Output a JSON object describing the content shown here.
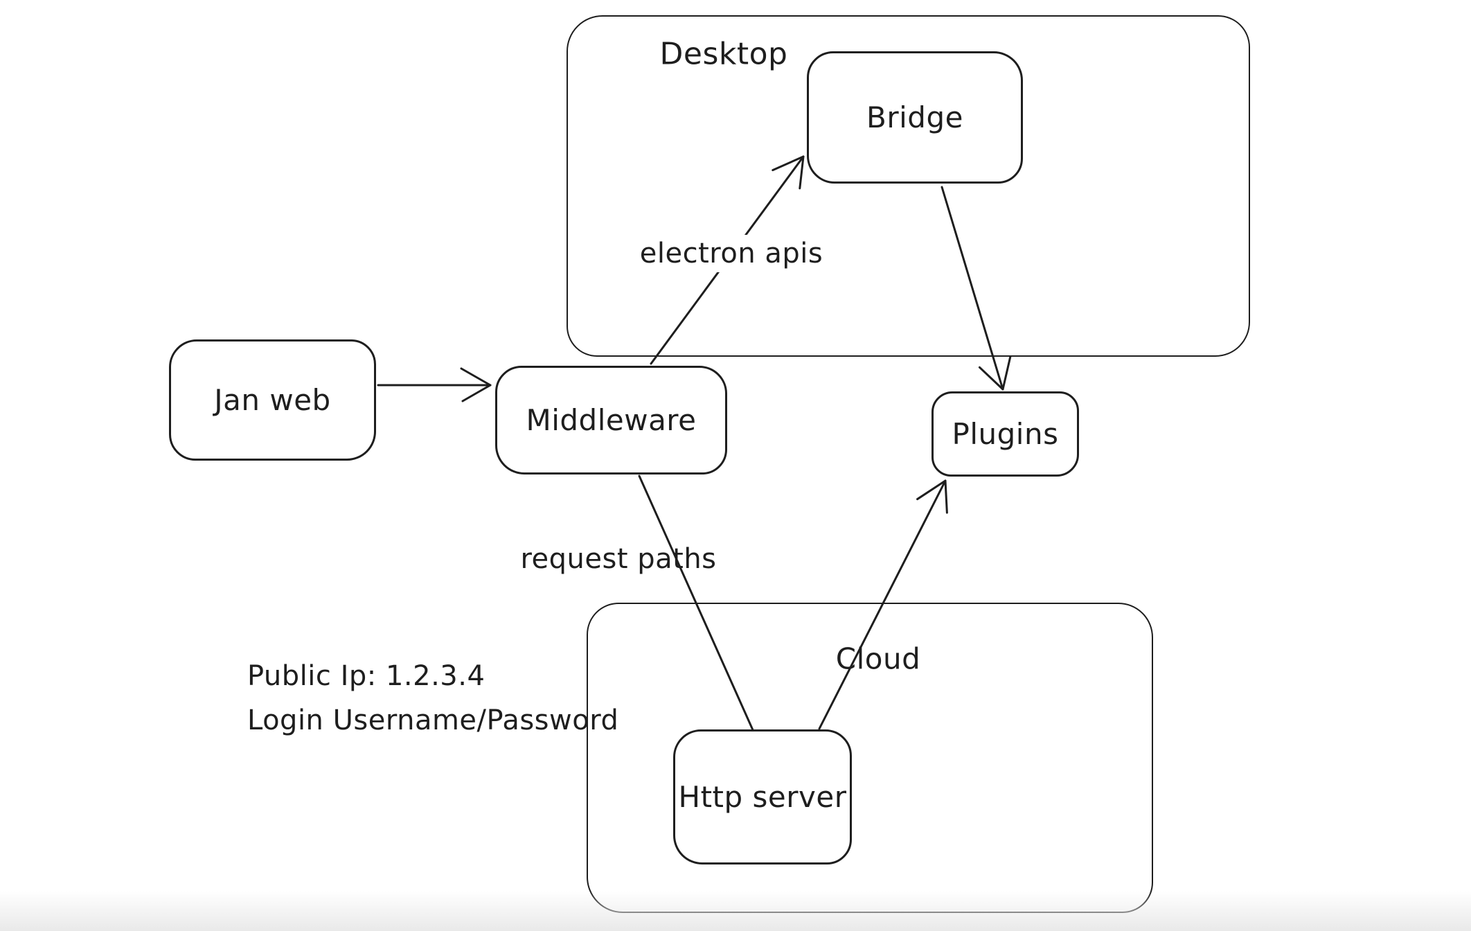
{
  "canvas": {
    "background": "#ffffff",
    "stroke_color": "#1e1e1e",
    "bottom_edge_color": "#e9e9e9"
  },
  "containers": [
    {
      "id": "desktop",
      "label": "Desktop"
    },
    {
      "id": "cloud",
      "label": "Cloud"
    }
  ],
  "nodes": [
    {
      "id": "bridge",
      "label": "Bridge"
    },
    {
      "id": "jan-web",
      "label": "Jan web"
    },
    {
      "id": "middleware",
      "label": "Middleware"
    },
    {
      "id": "plugins",
      "label": "Plugins"
    },
    {
      "id": "http-server",
      "label": "Http server"
    }
  ],
  "edges": [
    {
      "id": "janweb-to-middleware",
      "from": "Jan web",
      "to": "Middleware",
      "label": "",
      "arrowhead": "end"
    },
    {
      "id": "middleware-to-bridge",
      "from": "Middleware",
      "to": "Bridge",
      "label": "electron apis",
      "arrowhead": "end"
    },
    {
      "id": "bridge-to-plugins",
      "from": "Bridge",
      "to": "Plugins",
      "label": "",
      "arrowhead": "end"
    },
    {
      "id": "middleware-to-httpserver",
      "from": "Middleware",
      "to": "Http server",
      "label": "request paths",
      "arrowhead": "none"
    },
    {
      "id": "httpserver-to-plugins",
      "from": "Http server",
      "to": "Plugins",
      "label": "",
      "arrowhead": "end"
    }
  ],
  "notes": {
    "lines": [
      "Public Ip: 1.2.3.4",
      "Login Username/Password"
    ]
  }
}
